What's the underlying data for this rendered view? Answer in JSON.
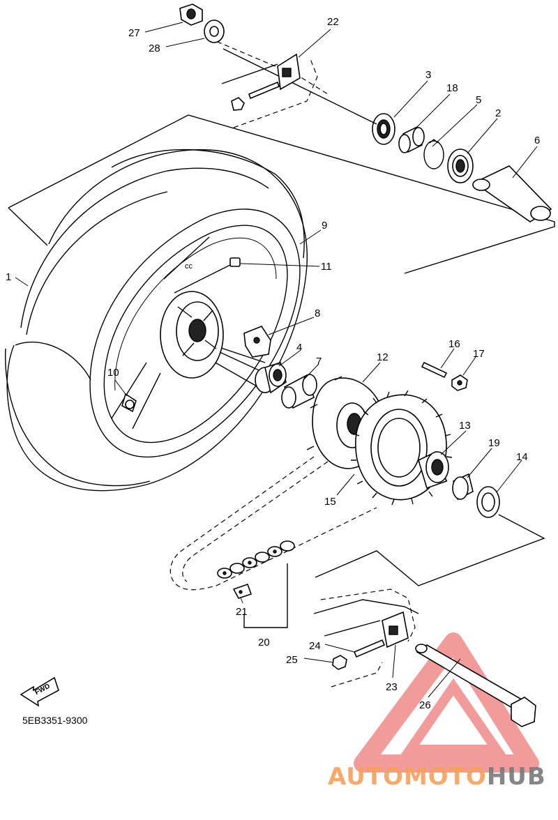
{
  "diagram_code": "5EB3351-9300",
  "fwd_label": "FWD",
  "watermark": {
    "part1": "AUTOMOTO",
    "part2": "HUB",
    "color1": "#f6a05a",
    "color2": "#7a7a7a",
    "logo_color": "#e84a4a"
  },
  "callouts": [
    {
      "id": "1",
      "label": "1"
    },
    {
      "id": "2",
      "label": "2"
    },
    {
      "id": "3",
      "label": "3"
    },
    {
      "id": "4",
      "label": "4"
    },
    {
      "id": "5",
      "label": "5"
    },
    {
      "id": "6",
      "label": "6"
    },
    {
      "id": "7",
      "label": "7"
    },
    {
      "id": "8",
      "label": "8"
    },
    {
      "id": "9",
      "label": "9"
    },
    {
      "id": "10",
      "label": "10"
    },
    {
      "id": "11",
      "label": "11"
    },
    {
      "id": "12",
      "label": "12"
    },
    {
      "id": "13",
      "label": "13"
    },
    {
      "id": "14",
      "label": "14"
    },
    {
      "id": "15",
      "label": "15"
    },
    {
      "id": "16",
      "label": "16"
    },
    {
      "id": "17",
      "label": "17"
    },
    {
      "id": "18",
      "label": "18"
    },
    {
      "id": "19",
      "label": "19"
    },
    {
      "id": "20",
      "label": "20"
    },
    {
      "id": "21",
      "label": "21"
    },
    {
      "id": "22",
      "label": "22"
    },
    {
      "id": "23",
      "label": "23"
    },
    {
      "id": "24",
      "label": "24"
    },
    {
      "id": "25",
      "label": "25"
    },
    {
      "id": "26",
      "label": "26"
    },
    {
      "id": "27",
      "label": "27"
    },
    {
      "id": "28",
      "label": "28"
    }
  ]
}
